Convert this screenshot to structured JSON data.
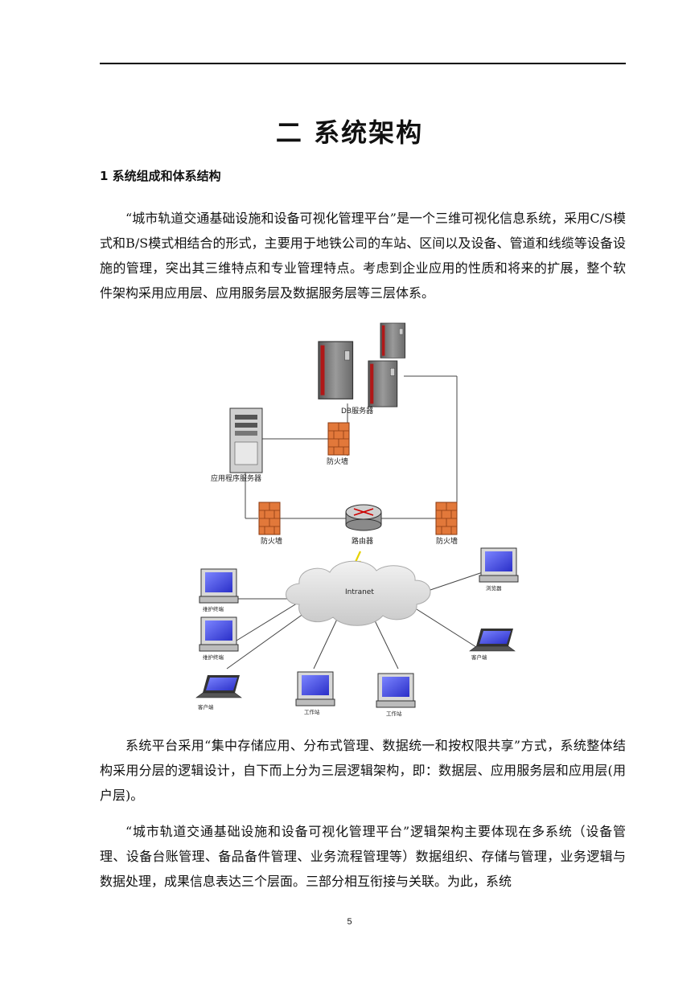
{
  "chapter_title": "二 系统架构",
  "section_title": "1 系统组成和体系结构",
  "paragraphs": [
    "“城市轨道交通基础设施和设备可视化管理平台”是一个三维可视化信息系统，采用C/S模式和B/S模式相结合的形式，主要用于地铁公司的车站、区间以及设备、管道和线缆等设备设施的管理，突出其三维特点和专业管理特点。考虑到企业应用的性质和将来的扩展，整个软件架构采用应用层、应用服务层及数据服务层等三层体系。",
    "系统平台采用“集中存储应用、分布式管理、数据统一和按权限共享”方式，系统整体结构采用分层的逻辑设计，自下而上分为三层逻辑架构，即：数据层、应用服务层和应用层(用户层)。",
    "“城市轨道交通基础设施和设备可视化管理平台”逻辑架构主要体现在多系统（设备管理、设备台账管理、备品备件管理、业务流程管理等）数据组织、存储与管理，业务逻辑与数据处理，成果信息表达三个层面。三部分相互衔接与关联。为此，系统"
  ],
  "diagram": {
    "db_server": "DB服务器",
    "app_server": "应用程序服务器",
    "firewall": "防火墙",
    "router": "路由器",
    "cloud": "Intranet",
    "maint_terminal": "维护终端",
    "client": "客户端",
    "workstation": "工作站",
    "browser": "浏览器"
  },
  "page_number": "5"
}
